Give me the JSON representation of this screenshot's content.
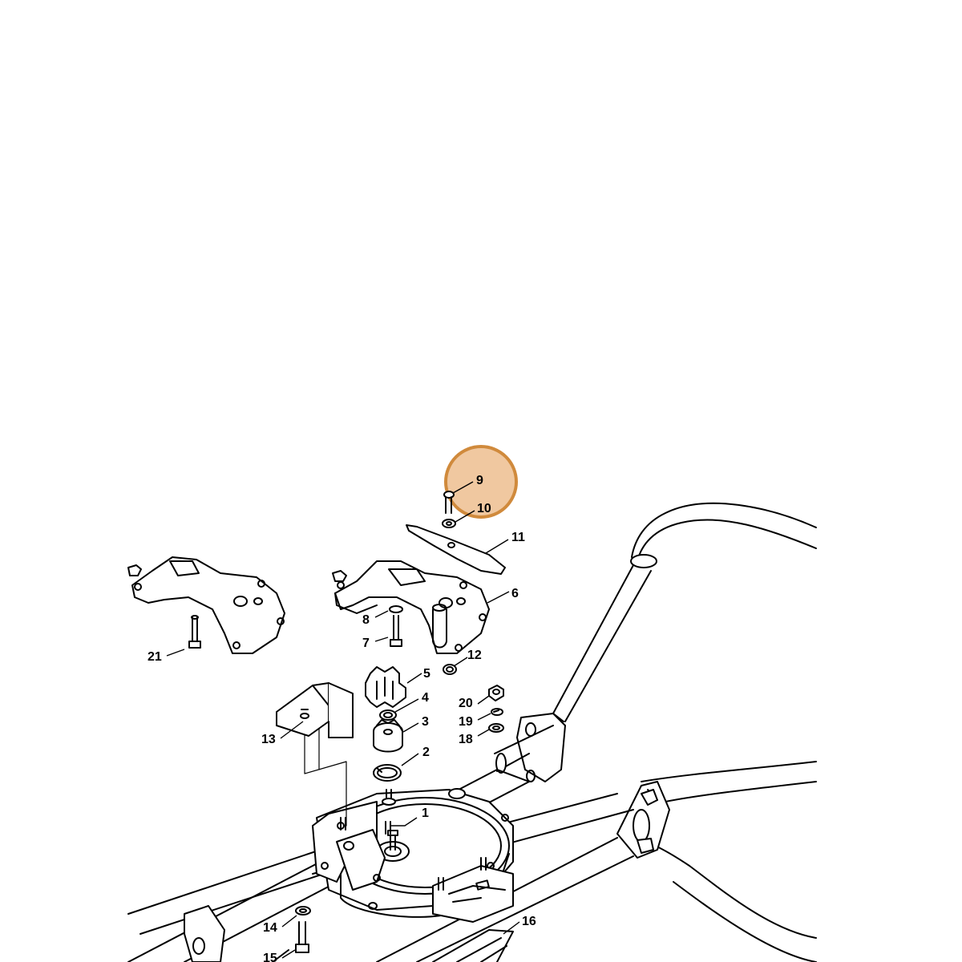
{
  "diagram": {
    "type": "exploded-parts-diagram",
    "line_color": "#000000",
    "background_color": "#ffffff",
    "highlight": {
      "part": "9",
      "fill": "#f0c8a0",
      "stroke": "#d08a3c"
    },
    "callouts": [
      {
        "id": "9",
        "label": "9"
      },
      {
        "id": "10",
        "label": "10"
      },
      {
        "id": "11",
        "label": "11"
      },
      {
        "id": "6",
        "label": "6"
      },
      {
        "id": "8",
        "label": "8"
      },
      {
        "id": "7",
        "label": "7"
      },
      {
        "id": "21",
        "label": "21"
      },
      {
        "id": "12",
        "label": "12"
      },
      {
        "id": "5",
        "label": "5"
      },
      {
        "id": "4",
        "label": "4"
      },
      {
        "id": "3",
        "label": "3"
      },
      {
        "id": "20",
        "label": "20"
      },
      {
        "id": "19",
        "label": "19"
      },
      {
        "id": "18",
        "label": "18"
      },
      {
        "id": "13",
        "label": "13"
      },
      {
        "id": "2",
        "label": "2"
      },
      {
        "id": "1",
        "label": "1"
      },
      {
        "id": "14",
        "label": "14"
      },
      {
        "id": "15",
        "label": "15"
      },
      {
        "id": "16",
        "label": "16"
      }
    ]
  }
}
